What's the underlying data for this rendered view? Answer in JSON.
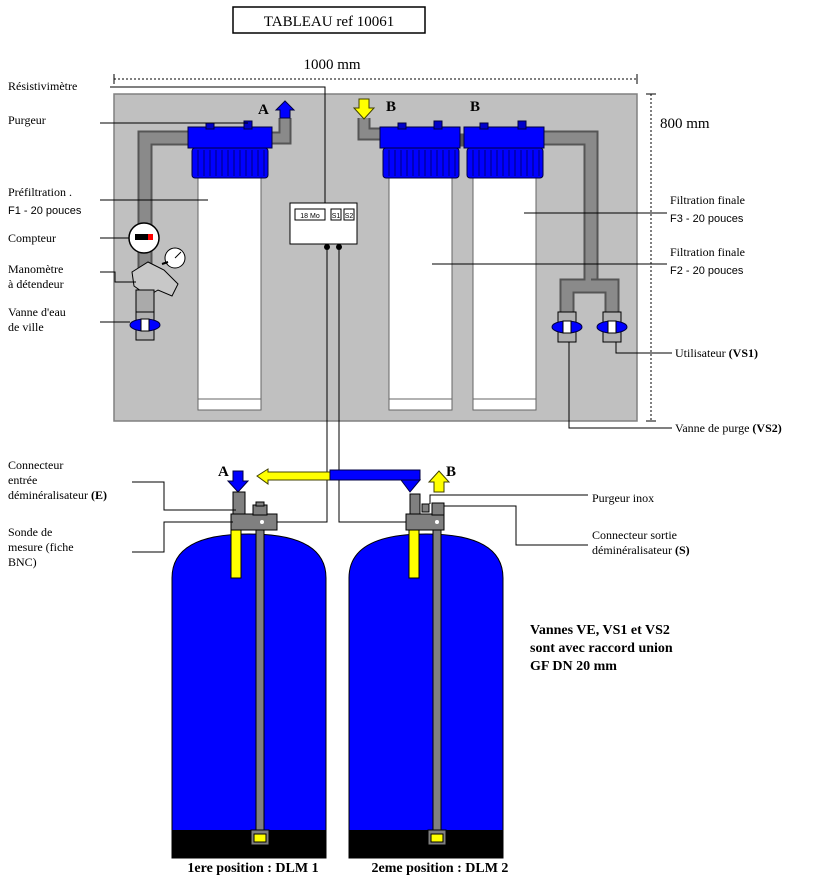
{
  "title": "TABLEAU ref 10061",
  "dimensions": {
    "width": "1000 mm",
    "height": "800 mm"
  },
  "labels": {
    "resistivimetre": "Résistivimètre",
    "purgeur": "Purgeur",
    "prefiltration_1": "Préfiltration .",
    "prefiltration_2": "F1 - 20 pouces",
    "compteur": "Compteur",
    "manometre_1": "Manomètre",
    "manometre_2": "à détendeur",
    "vanne_ville_1": "Vanne d'eau",
    "vanne_ville_2": "de ville",
    "filtration_f3_1": "Filtration finale",
    "filtration_f3_2": "F3 - 20 pouces",
    "filtration_f2_1": "Filtration finale",
    "filtration_f2_2": "F2 - 20 pouces",
    "utilisateur": "Utilisateur",
    "utilisateur_code": "(VS1)",
    "vanne_purge": "Vanne de purge",
    "vanne_purge_code": "(VS2)",
    "connecteur_entree_1": "Connecteur",
    "connecteur_entree_2": "entrée",
    "connecteur_entree_3": "déminéralisateur",
    "connecteur_entree_code": "(E)",
    "sonde_1": "Sonde de",
    "sonde_2": "mesure (fiche",
    "sonde_3": "BNC)",
    "purgeur_inox": "Purgeur inox",
    "connecteur_sortie_1": "Connecteur sortie",
    "connecteur_sortie_2": "déminéralisateur",
    "connecteur_sortie_code": "(S)",
    "note_1": "Vannes VE, VS1 et VS2",
    "note_2": "sont avec raccord union",
    "note_3": "GF DN 20 mm",
    "position_1": "1ere position : DLM 1",
    "position_2": "2eme position : DLM 2"
  },
  "markers": {
    "a": "A",
    "b": "B"
  },
  "resistivimetre_display": {
    "reading": "18 Mo",
    "s1": "S1",
    "s2": "S2"
  },
  "colors": {
    "panel": "#c0c0c0",
    "pipe": "#808080",
    "blue": "#0000ff",
    "yellow": "#ffff00",
    "tank_blue": "#0000ff",
    "cartridge": "#ffffff"
  }
}
